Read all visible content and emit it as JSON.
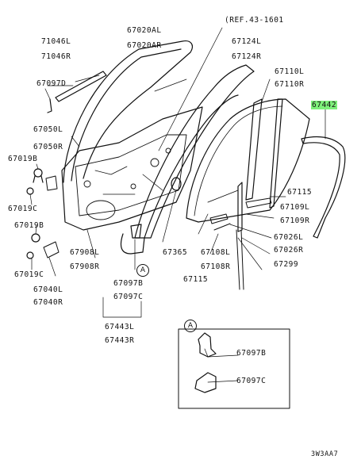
{
  "ref_note": "(REF.43-1601",
  "diagram_code": "3W3AA7",
  "inset_marker": "A",
  "highlight_color": "#7ef07a",
  "labels": {
    "l71046l": "71046L",
    "l71046r": "71046R",
    "l67097d": "67097D",
    "l67050l": "67050L",
    "l67050r": "67050R",
    "l67019b_top": "67019B",
    "l67019c_top": "67019C",
    "l67019b_bot": "67019B",
    "l67019c_bot": "67019C",
    "l67040l": "67040L",
    "l67040r": "67040R",
    "l67020al": "67020AL",
    "l67020ar": "67020AR",
    "l67124l": "67124L",
    "l67124r": "67124R",
    "l67110l": "67110L",
    "l67110r": "67110R",
    "l67442": "67442",
    "l67115_r": "67115",
    "l67109l": "67109L",
    "l67109r": "67109R",
    "l67026l": "67026L",
    "l67026r": "67026R",
    "l67299": "67299",
    "l67108l": "67108L",
    "l67108r": "67108R",
    "l67115_b": "67115",
    "l67365": "67365",
    "l67908l": "67908L",
    "l67908r": "67908R",
    "l67097b": "67097B",
    "l67097c": "67097C",
    "l67443l": "67443L",
    "l67443r": "67443R",
    "inset_67097b": "67097B",
    "inset_67097c": "67097C"
  }
}
